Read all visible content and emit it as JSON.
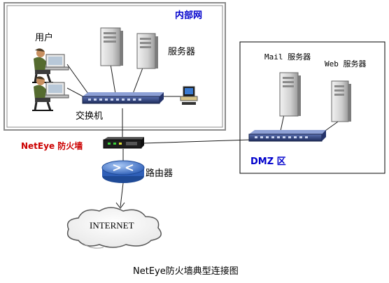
{
  "labels": {
    "internal_network": "内部网",
    "users": "用户",
    "servers": "服务器",
    "switch": "交换机",
    "firewall": "NetEye 防火墙",
    "mail_server": "Mail 服务器",
    "web_server": "Web 服务器",
    "dmz": "DMZ 区",
    "router": "路由器",
    "internet": "INTERNET",
    "caption": "NetEye防火墙典型连接图"
  },
  "colors": {
    "internal_label": "#0000cc",
    "dmz_label": "#0000cc",
    "firewall_label": "#cc0000",
    "frame_border": "#7a7a7a",
    "switch_body": "#2c3f7a",
    "router_body": "#4a78c8",
    "server_body": "#d6d6d6"
  },
  "icons": {
    "user": "person-at-computer-icon",
    "server": "tower-server-icon",
    "switch": "network-switch-icon",
    "firewall": "firewall-appliance-icon",
    "router": "router-icon",
    "internet": "cloud-icon",
    "terminal": "terminal-icon"
  }
}
